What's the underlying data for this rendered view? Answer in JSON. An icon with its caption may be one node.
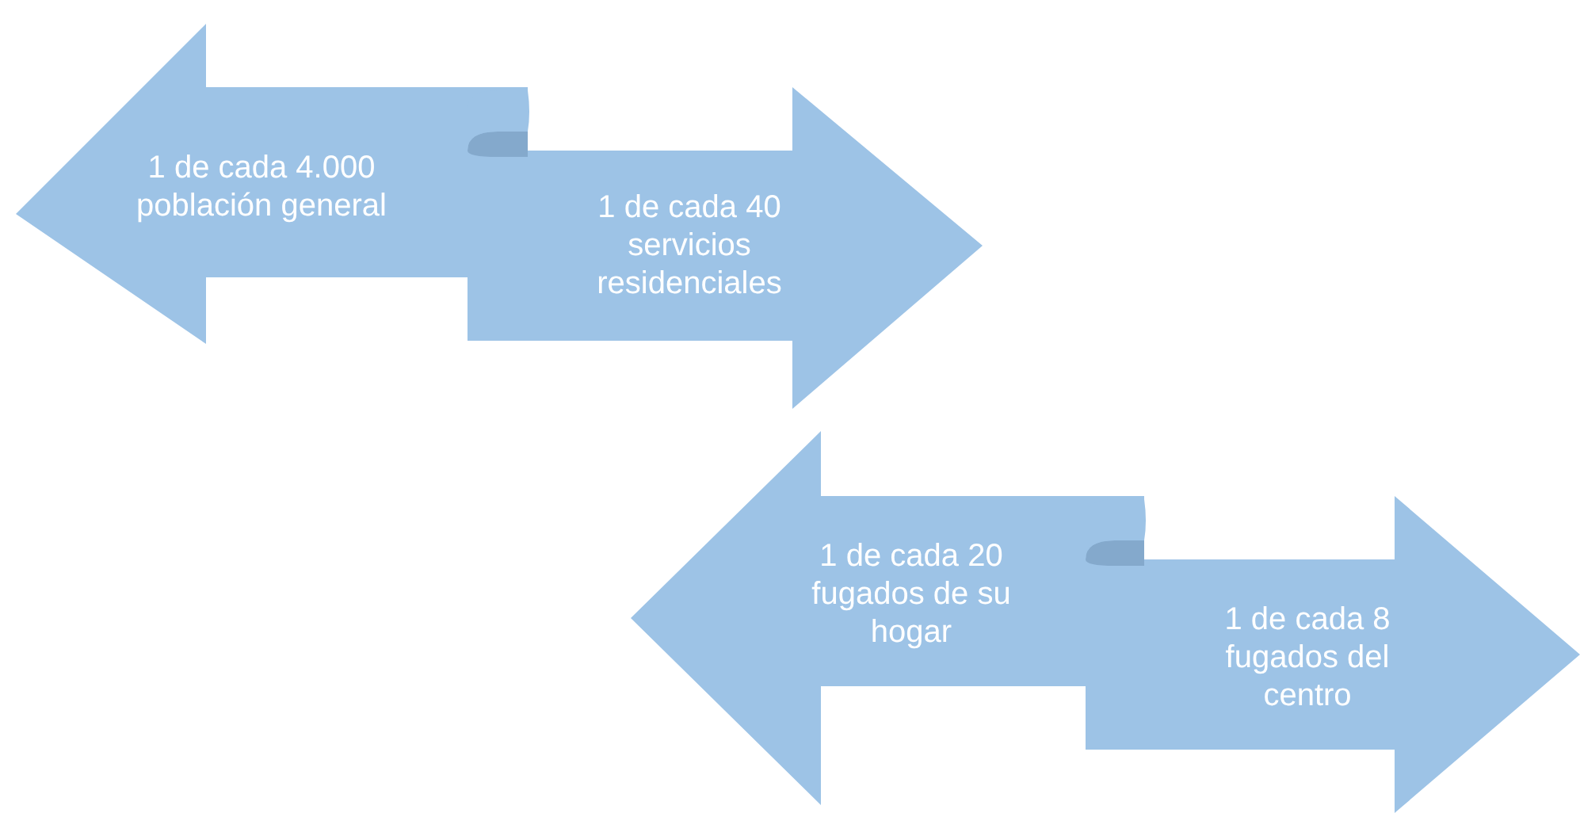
{
  "diagram": {
    "nodes": [
      {
        "text": [
          "1 de cada 4.000 población general"
        ]
      },
      {
        "text": [
          "1 de cada 40 servicios residenciales"
        ]
      },
      {
        "text": [
          "1 de cada 20 fugados de su hogar"
        ]
      },
      {
        "text": [
          "1 de cada 8 fugados del centro"
        ]
      }
    ]
  }
}
